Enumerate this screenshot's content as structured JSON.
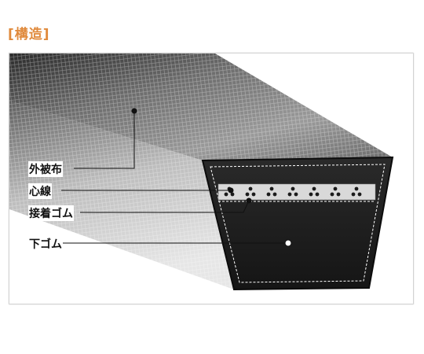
{
  "header": {
    "title": "[構造]"
  },
  "diagram": {
    "labels": {
      "outer_cover": "外被布",
      "core_cord": "心線",
      "adhesion_rubber": "接着ゴム",
      "bottom_rubber": "下ゴム"
    }
  },
  "colors": {
    "accent": "#e08a3c",
    "belt_dark": "#1b1b1b",
    "belt_mid": "#5a5a5a",
    "belt_light": "#b9b9b9",
    "cord_band": "#d9d9d9"
  }
}
